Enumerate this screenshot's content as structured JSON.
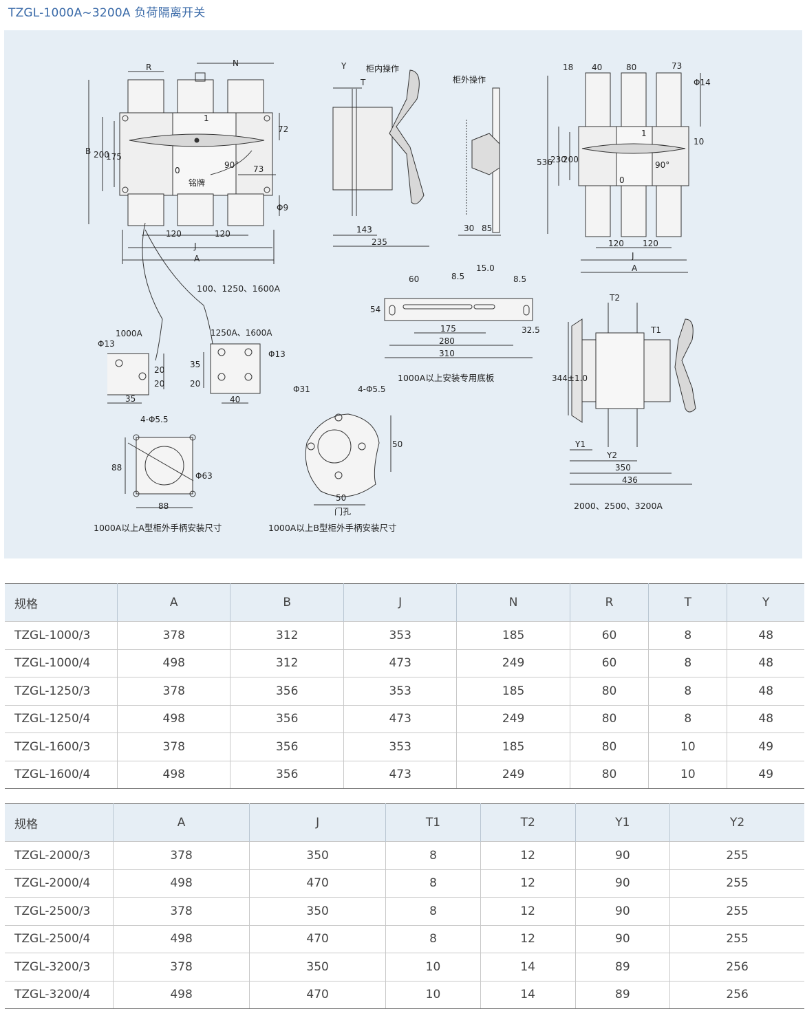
{
  "title": "TZGL-1000A~3200A 负荷隔离开关",
  "drawing": {
    "front_view": {
      "dims": {
        "R": "R",
        "N": "N",
        "B": "B",
        "d200": "200",
        "d175": "175",
        "d72": "72",
        "d73": "73",
        "phi9": "Φ9",
        "d120a": "120",
        "d120b": "120",
        "J": "J",
        "A": "A"
      },
      "marks": {
        "on": "1",
        "off": "0",
        "angle": "90°",
        "nameplate": "铭牌"
      }
    },
    "side_view": {
      "Y": "Y",
      "T": "T",
      "inside": "柜内操作",
      "d143": "143",
      "d235": "235"
    },
    "outside_view": {
      "outside": "柜外操作",
      "d30": "30",
      "d85": "85"
    },
    "view_3": {
      "d18": "18",
      "d40": "40",
      "d80": "80",
      "d73": "73",
      "phi14": "Φ14",
      "d10": "10",
      "d536": "536",
      "d230": "230",
      "d200": "200",
      "d120a": "120",
      "d120b": "120",
      "J": "J",
      "A": "A",
      "on": "1",
      "off": "0",
      "angle": "90°"
    },
    "caption_small": "100、1250、1600A",
    "terminal_1000": {
      "label": "1000A",
      "phi13": "Φ13",
      "d20a": "20",
      "d20b": "20",
      "d35": "35"
    },
    "terminal_1250": {
      "label": "1250A、1600A",
      "phi13": "Φ13",
      "d35": "35",
      "d20": "20",
      "d40": "40"
    },
    "baseplate": {
      "d60": "60",
      "d85": "8.5",
      "d150": "15.0",
      "d85b": "8.5",
      "d54": "54",
      "d175": "175",
      "d280": "280",
      "d310": "310",
      "d325": "32.5",
      "caption": "1000A以上安装专用底板"
    },
    "side_large": {
      "T2": "T2",
      "T1": "T1",
      "d344": "344±1.0",
      "Y1": "Y1",
      "Y2": "Y2",
      "d350": "350",
      "d436": "436",
      "caption": "2000、2500、3200A"
    },
    "handle_a": {
      "holes": "4-Φ5.5",
      "d88a": "88",
      "d88b": "88",
      "phi63": "Φ63",
      "caption": "1000A以上A型柜外手柄安装尺寸"
    },
    "handle_b": {
      "phi31": "Φ31",
      "holes": "4-Φ5.5",
      "d50a": "50",
      "d50b": "50",
      "door": "门孔",
      "caption": "1000A以上B型柜外手柄安装尺寸"
    }
  },
  "table1": {
    "headers": [
      "规格",
      "A",
      "B",
      "J",
      "N",
      "R",
      "T",
      "Y"
    ],
    "rows": [
      [
        "TZGL-1000/3",
        "378",
        "312",
        "353",
        "185",
        "60",
        "8",
        "48"
      ],
      [
        "TZGL-1000/4",
        "498",
        "312",
        "473",
        "249",
        "60",
        "8",
        "48"
      ],
      [
        "TZGL-1250/3",
        "378",
        "356",
        "353",
        "185",
        "80",
        "8",
        "48"
      ],
      [
        "TZGL-1250/4",
        "498",
        "356",
        "473",
        "249",
        "80",
        "8",
        "48"
      ],
      [
        "TZGL-1600/3",
        "378",
        "356",
        "353",
        "185",
        "80",
        "10",
        "49"
      ],
      [
        "TZGL-1600/4",
        "498",
        "356",
        "473",
        "249",
        "80",
        "10",
        "49"
      ]
    ]
  },
  "table2": {
    "headers": [
      "规格",
      "A",
      "J",
      "T1",
      "T2",
      "Y1",
      "Y2"
    ],
    "rows": [
      [
        "TZGL-2000/3",
        "378",
        "350",
        "8",
        "12",
        "90",
        "255"
      ],
      [
        "TZGL-2000/4",
        "498",
        "470",
        "8",
        "12",
        "90",
        "255"
      ],
      [
        "TZGL-2500/3",
        "378",
        "350",
        "8",
        "12",
        "90",
        "255"
      ],
      [
        "TZGL-2500/4",
        "498",
        "470",
        "8",
        "12",
        "90",
        "255"
      ],
      [
        "TZGL-3200/3",
        "378",
        "350",
        "10",
        "14",
        "89",
        "256"
      ],
      [
        "TZGL-3200/4",
        "498",
        "470",
        "10",
        "14",
        "89",
        "256"
      ]
    ]
  }
}
